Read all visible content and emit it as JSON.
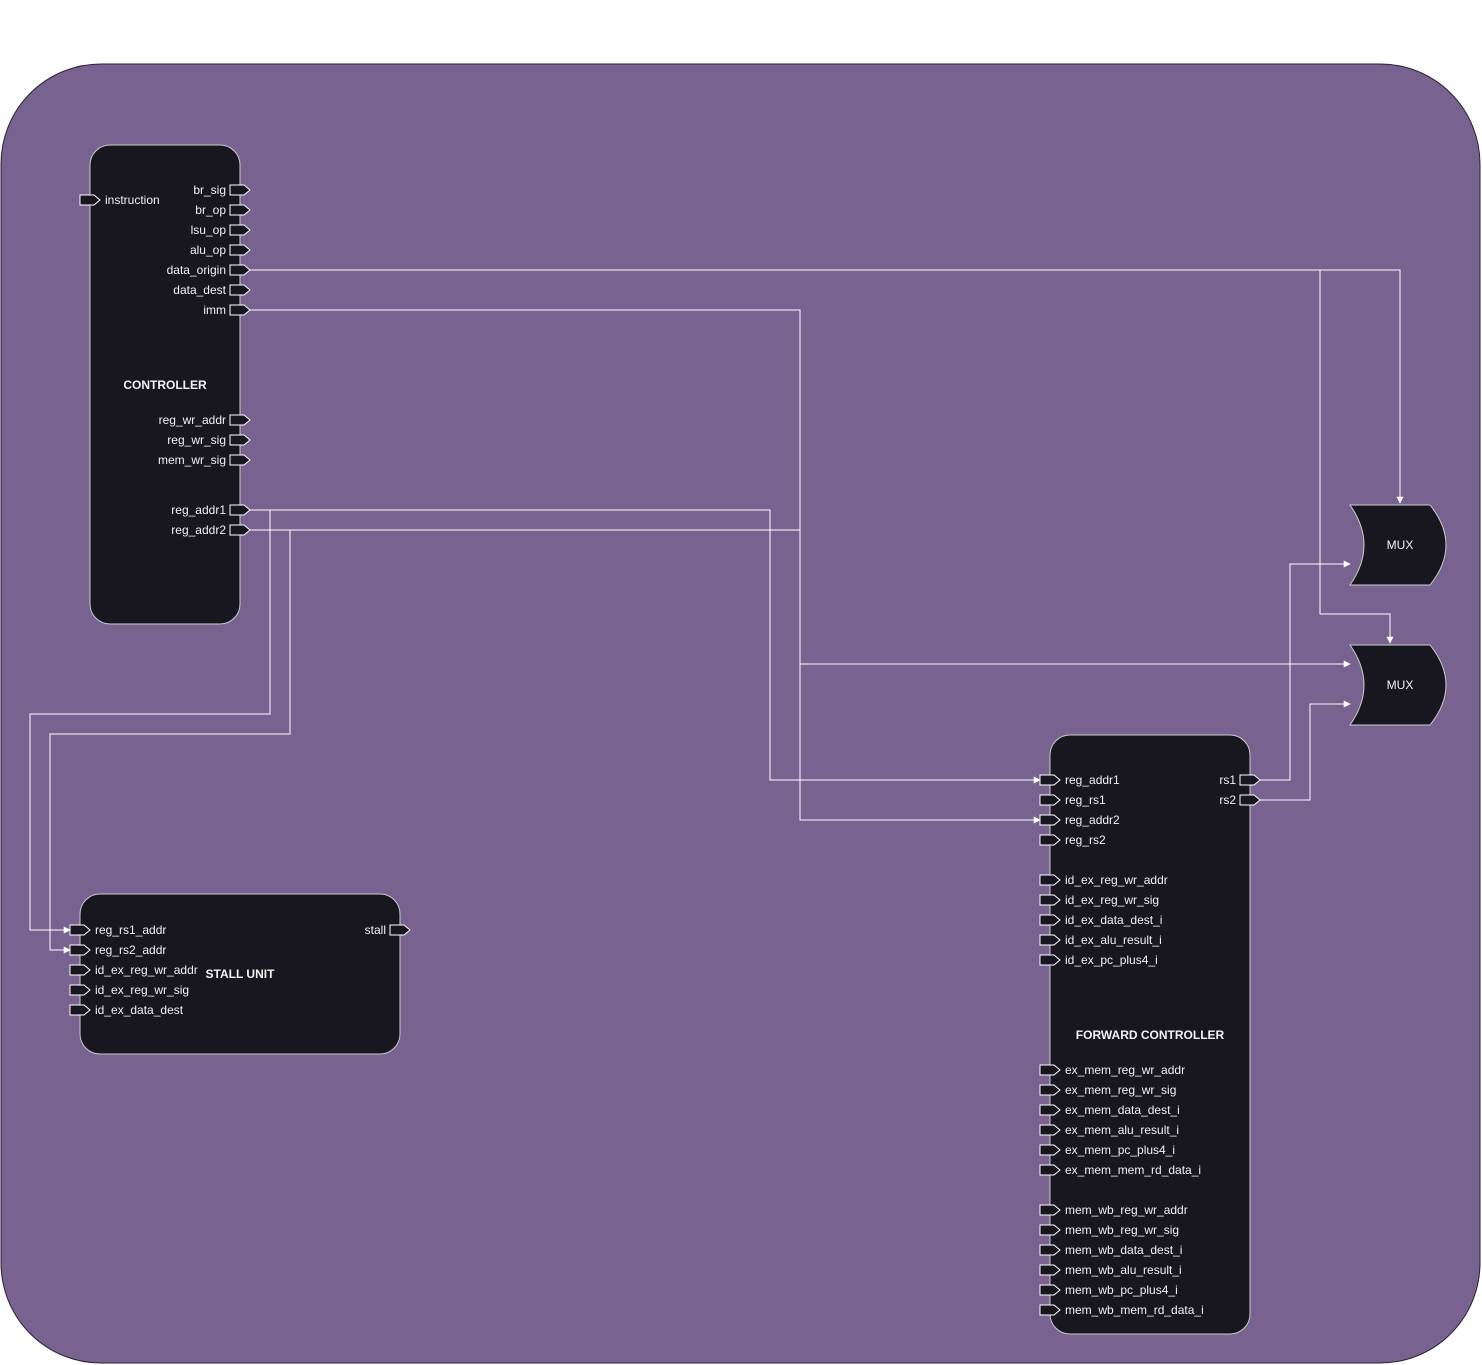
{
  "colors": {
    "background": "#786290",
    "block_fill": "#18161f",
    "line": "#ffffff",
    "text": "#f2f2f2"
  },
  "controller": {
    "title": "CONTROLLER",
    "input_instruction": "instruction",
    "outputs": {
      "br_sig": "br_sig",
      "br_op": "br_op",
      "lsu_op": "lsu_op",
      "alu_op": "alu_op",
      "data_origin": "data_origin",
      "data_dest": "data_dest",
      "imm": "imm",
      "reg_wr_addr": "reg_wr_addr",
      "reg_wr_sig": "reg_wr_sig",
      "mem_wr_sig": "mem_wr_sig",
      "reg_addr1": "reg_addr1",
      "reg_addr2": "reg_addr2"
    }
  },
  "stall_unit": {
    "title": "STALL UNIT",
    "inputs": {
      "reg_rs1_addr": "reg_rs1_addr",
      "reg_rs2_addr": "reg_rs2_addr",
      "id_ex_reg_wr_addr": "id_ex_reg_wr_addr",
      "id_ex_reg_wr_sig": "id_ex_reg_wr_sig",
      "id_ex_data_dest": "id_ex_data_dest"
    },
    "output_stall": "stall"
  },
  "forward_controller": {
    "title": "FORWARD CONTROLLER",
    "inputs": {
      "reg_addr1": "reg_addr1",
      "reg_rs1": "reg_rs1",
      "reg_addr2": "reg_addr2",
      "reg_rs2": "reg_rs2",
      "id_ex_reg_wr_addr": "id_ex_reg_wr_addr",
      "id_ex_reg_wr_sig": "id_ex_reg_wr_sig",
      "id_ex_data_dest_i": "id_ex_data_dest_i",
      "id_ex_alu_result_i": "id_ex_alu_result_i",
      "id_ex_pc_plus4_i": "id_ex_pc_plus4_i",
      "ex_mem_reg_wr_addr": "ex_mem_reg_wr_addr",
      "ex_mem_reg_wr_sig": "ex_mem_reg_wr_sig",
      "ex_mem_data_dest_i": "ex_mem_data_dest_i",
      "ex_mem_alu_result_i": "ex_mem_alu_result_i",
      "ex_mem_pc_plus4_i": "ex_mem_pc_plus4_i",
      "ex_mem_mem_rd_data_i": "ex_mem_mem_rd_data_i",
      "mem_wb_reg_wr_addr": "mem_wb_reg_wr_addr",
      "mem_wb_reg_wr_sig": "mem_wb_reg_wr_sig",
      "mem_wb_data_dest_i": "mem_wb_data_dest_i",
      "mem_wb_alu_result_i": "mem_wb_alu_result_i",
      "mem_wb_pc_plus4_i": "mem_wb_pc_plus4_i",
      "mem_wb_mem_rd_data_i": "mem_wb_mem_rd_data_i"
    },
    "outputs": {
      "rs1": "rs1",
      "rs2": "rs2"
    }
  },
  "mux_top": {
    "label": "MUX"
  },
  "mux_bottom": {
    "label": "MUX"
  }
}
